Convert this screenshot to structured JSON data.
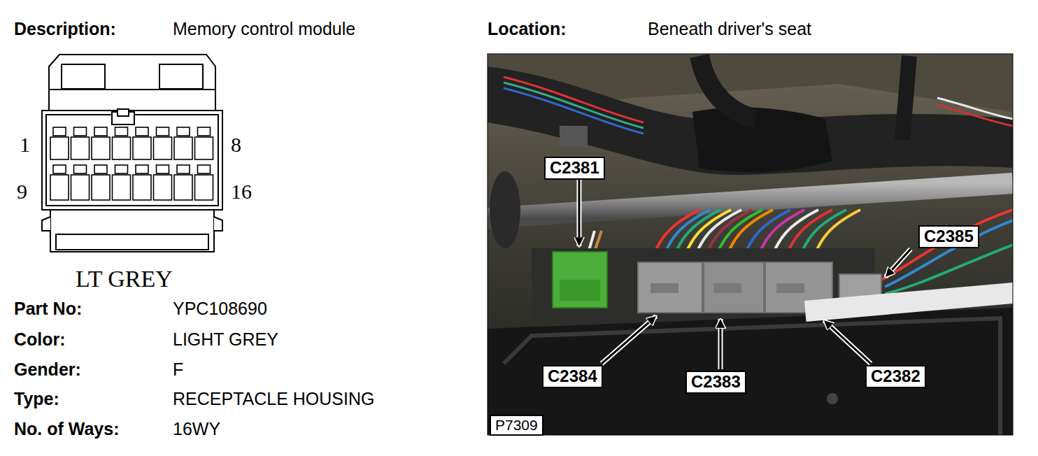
{
  "diagram": {
    "nodes": [
      {
        "text": [
          "C2381"
        ]
      },
      {
        "text": [
          "C2385"
        ]
      },
      {
        "text": [
          "C2384"
        ]
      },
      {
        "text": [
          "C2383"
        ]
      },
      {
        "text": [
          "C2382"
        ]
      },
      {
        "text": [
          "P7309"
        ]
      }
    ],
    "edges": [],
    "labels": [
      "Description:",
      "Memory control module",
      "Location:",
      "Beneath driver's seat",
      "1",
      "8",
      "9",
      "16",
      "LT GREY",
      "Part No:",
      "YPC108690",
      "Color:",
      "LIGHT GREY",
      "Gender:",
      "F",
      "Type:",
      "RECEPTACLE HOUSING",
      "No. of Ways:",
      "16WY"
    ]
  }
}
